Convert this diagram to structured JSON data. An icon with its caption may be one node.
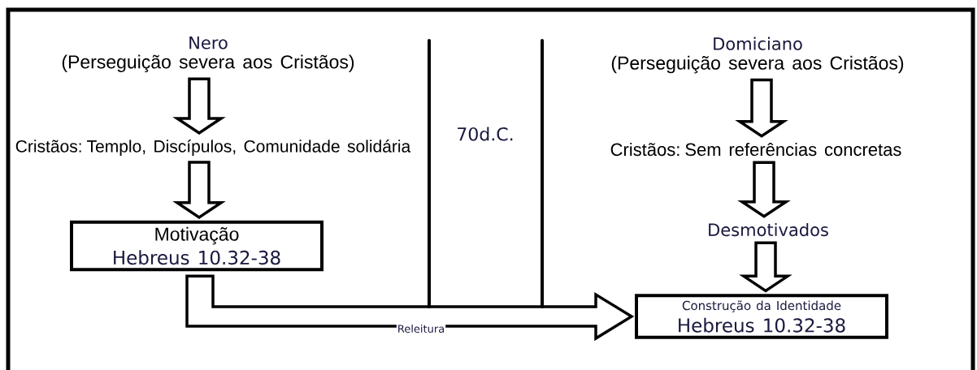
{
  "diagram": {
    "nodes": [
      {
        "text": [
          "Nero",
          "(Perseguição severa aos Cristãos)"
        ]
      },
      {
        "text": [
          "Cristãos: Templo, Discípulos, Comunidade solidária"
        ]
      },
      {
        "text": [
          "Motivação",
          "Hebreus 10.32-38"
        ]
      },
      {
        "text": [
          "Domiciano",
          "(Perseguição severa aos Cristãos)"
        ]
      },
      {
        "text": [
          "Cristãos: Sem referências concretas"
        ]
      },
      {
        "text": [
          "Desmotivados"
        ]
      },
      {
        "text": [
          "Construção da Identidade",
          "Hebreus 10.32-38"
        ]
      }
    ],
    "edges": [
      {
        "from": 0,
        "to": 1,
        "arrow": "to"
      },
      {
        "from": 1,
        "to": 2,
        "arrow": "to"
      },
      {
        "from": 3,
        "to": 4,
        "arrow": "to"
      },
      {
        "from": 4,
        "to": 5,
        "arrow": "to"
      },
      {
        "from": 5,
        "to": 6,
        "arrow": "to"
      },
      {
        "from": 2,
        "to": 6,
        "arrow": "to",
        "label": "Releitura"
      }
    ],
    "labels": [
      "70d.C."
    ]
  }
}
